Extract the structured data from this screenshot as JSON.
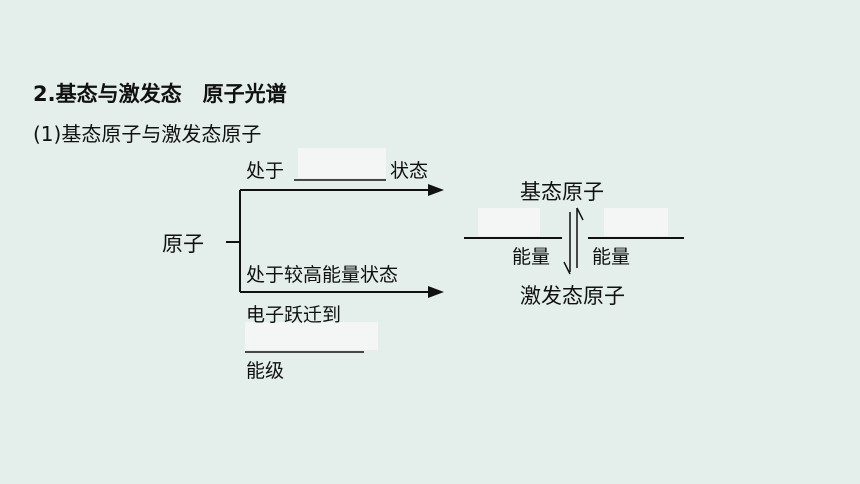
{
  "section_title": "2.基态与激发态　原子光谱",
  "subsection_title": "(1)基态原子与激发态原子",
  "diagram": {
    "atom_label": "原子",
    "upper_branch_prefix": "处于",
    "upper_branch_suffix": "状态",
    "lower_branch_state": "处于较高能量状态",
    "lower_branch_transition": "电子跃迁到",
    "lower_branch_level": "能级",
    "ground_state_atom": "基态原子",
    "excited_state_atom": "激发态原子",
    "left_energy": "能量",
    "right_energy": "能量"
  }
}
